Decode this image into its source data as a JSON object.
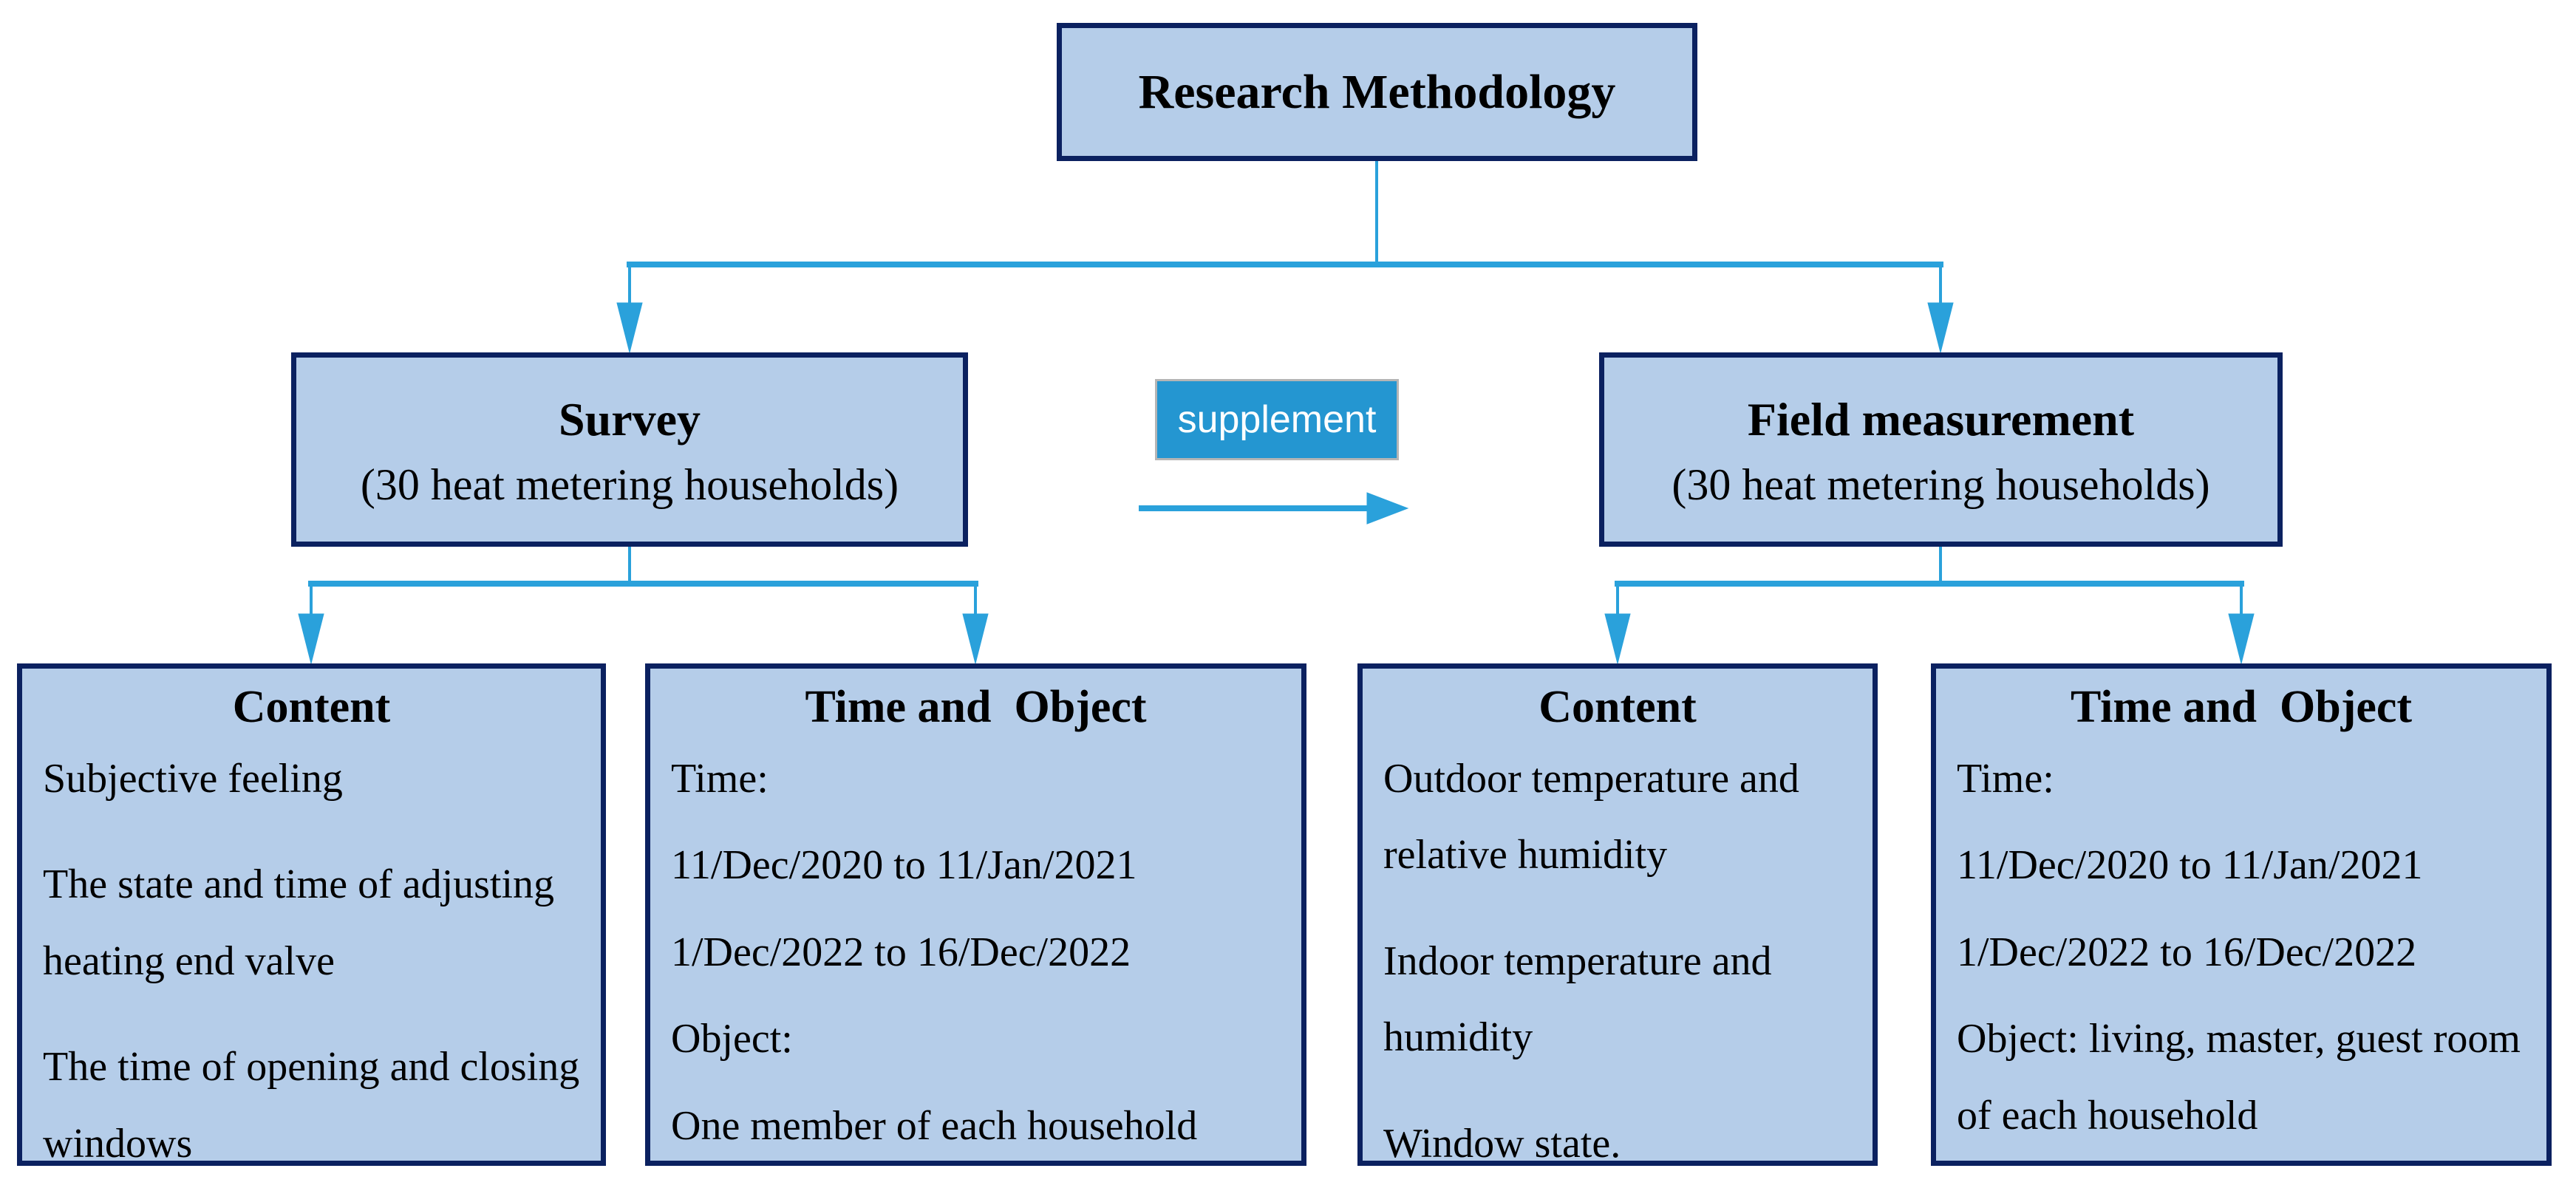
{
  "diagram": {
    "root": {
      "title": "Research Methodology"
    },
    "supplement": {
      "label": "supplement"
    },
    "branches": [
      {
        "title": "Survey",
        "subtitle": "(30 heat metering households)",
        "children": [
          {
            "title": "Content",
            "paragraphs": [
              "Subjective feeling",
              "The state and time of adjusting heating end valve",
              "The time of opening and closing windows"
            ]
          },
          {
            "title": "Time and  Object",
            "paragraphs": [
              "Time:",
              "11/Dec/2020 to 11/Jan/2021",
              "1/Dec/2022 to 16/Dec/2022",
              "Object:",
              "One member of each household"
            ]
          }
        ]
      },
      {
        "title": "Field measurement",
        "subtitle": "(30 heat metering households)",
        "children": [
          {
            "title": "Content",
            "paragraphs": [
              "Outdoor temperature and relative humidity",
              "Indoor temperature and humidity",
              "Window state."
            ]
          },
          {
            "title": "Time and  Object",
            "paragraphs": [
              "Time:",
              "11/Dec/2020 to 11/Jan/2021",
              "1/Dec/2022 to 16/Dec/2022",
              "Object: living, master, guest room of each household"
            ]
          }
        ]
      }
    ],
    "colors": {
      "box_fill": "#b5cde9",
      "box_border": "#0b2160",
      "connector": "#2aa1db",
      "supplement_fill": "#2496d1",
      "supplement_border": "#b5b5b5",
      "supplement_text": "#ffffff",
      "text": "#000000",
      "background": "#ffffff"
    }
  }
}
